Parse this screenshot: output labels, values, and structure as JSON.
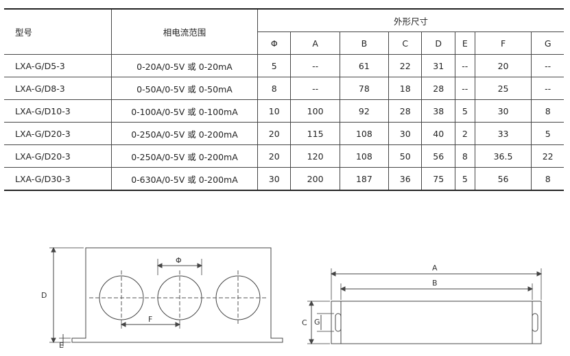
{
  "table": {
    "header_model": "型号",
    "header_range": "相电流范围",
    "header_dims": "外形尺寸",
    "dim_cols": [
      "Φ",
      "A",
      "B",
      "C",
      "D",
      "E",
      "F",
      "G"
    ],
    "rows": [
      {
        "model": "LXA-G/D5-3",
        "range": "0-20A/0-5V 或 0-20mA",
        "dims": [
          "5",
          "--",
          "61",
          "22",
          "31",
          "--",
          "20",
          "--"
        ]
      },
      {
        "model": "LXA-G/D8-3",
        "range": "0-50A/0-5V 或 0-50mA",
        "dims": [
          "8",
          "--",
          "78",
          "18",
          "28",
          "--",
          "25",
          "--"
        ]
      },
      {
        "model": "LXA-G/D10-3",
        "range": "0-100A/0-5V 或 0-100mA",
        "dims": [
          "10",
          "100",
          "92",
          "28",
          "38",
          "5",
          "30",
          "8"
        ]
      },
      {
        "model": "LXA-G/D20-3",
        "range": "0-250A/0-5V 或 0-200mA",
        "dims": [
          "20",
          "115",
          "108",
          "30",
          "40",
          "2",
          "33",
          "5"
        ]
      },
      {
        "model": "LXA-G/D20-3",
        "range": "0-250A/0-5V 或 0-200mA",
        "dims": [
          "20",
          "120",
          "108",
          "50",
          "56",
          "8",
          "36.5",
          "22"
        ]
      },
      {
        "model": "LXA-G/D30-3",
        "range": "0-630A/0-5V 或 0-200mA",
        "dims": [
          "30",
          "200",
          "187",
          "36",
          "75",
          "5",
          "56",
          "8"
        ]
      }
    ]
  },
  "drawing": {
    "label_phi": "Φ",
    "label_d": "D",
    "label_e": "E",
    "label_f": "F",
    "label_a": "A",
    "label_b": "B",
    "label_c": "C",
    "label_g": "G"
  }
}
